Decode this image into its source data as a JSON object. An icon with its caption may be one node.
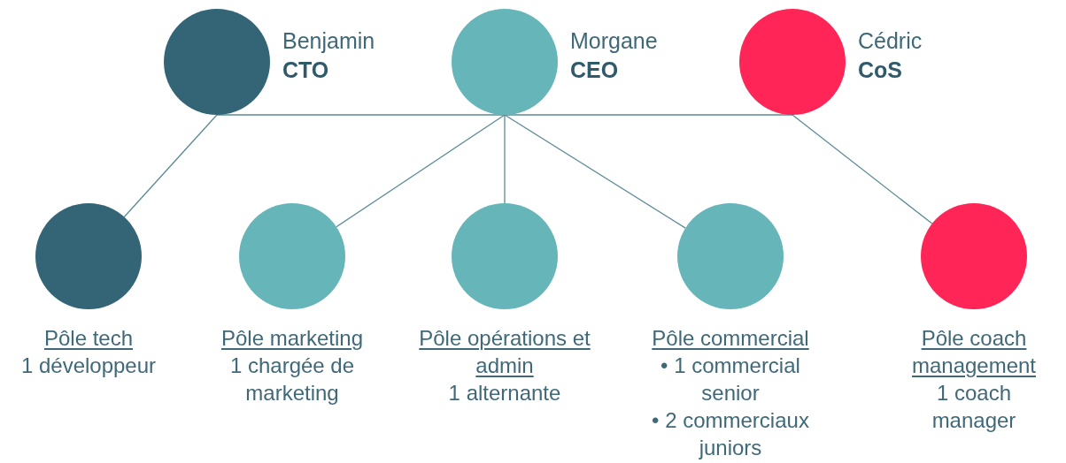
{
  "diagram": {
    "nodes": [
      {
        "text": [
          "Benjamin",
          "CTO"
        ]
      },
      {
        "text": [
          "Morgane",
          "CEO"
        ]
      },
      {
        "text": [
          "Cédric",
          "CoS"
        ]
      },
      {
        "text": [
          "Pôle tech",
          "1 développeur"
        ]
      },
      {
        "text": [
          "Pôle marketing",
          "1 chargée de marketing"
        ]
      },
      {
        "text": [
          "Pôle opérations et admin",
          "1 alternante"
        ]
      },
      {
        "text": [
          "Pôle commercial",
          "• 1 commercial senior",
          "• 2 commerciaux juniors"
        ]
      },
      {
        "text": [
          "Pôle coach management",
          "1 coach manager"
        ]
      }
    ],
    "edges": [
      {
        "from": 0,
        "to": 1,
        "arrow": "none"
      },
      {
        "from": 1,
        "to": 2,
        "arrow": "none"
      },
      {
        "from": 0,
        "to": 3,
        "arrow": "none"
      },
      {
        "from": 1,
        "to": 4,
        "arrow": "none"
      },
      {
        "from": 1,
        "to": 5,
        "arrow": "none"
      },
      {
        "from": 1,
        "to": 6,
        "arrow": "none"
      },
      {
        "from": 2,
        "to": 7,
        "arrow": "none"
      }
    ]
  }
}
